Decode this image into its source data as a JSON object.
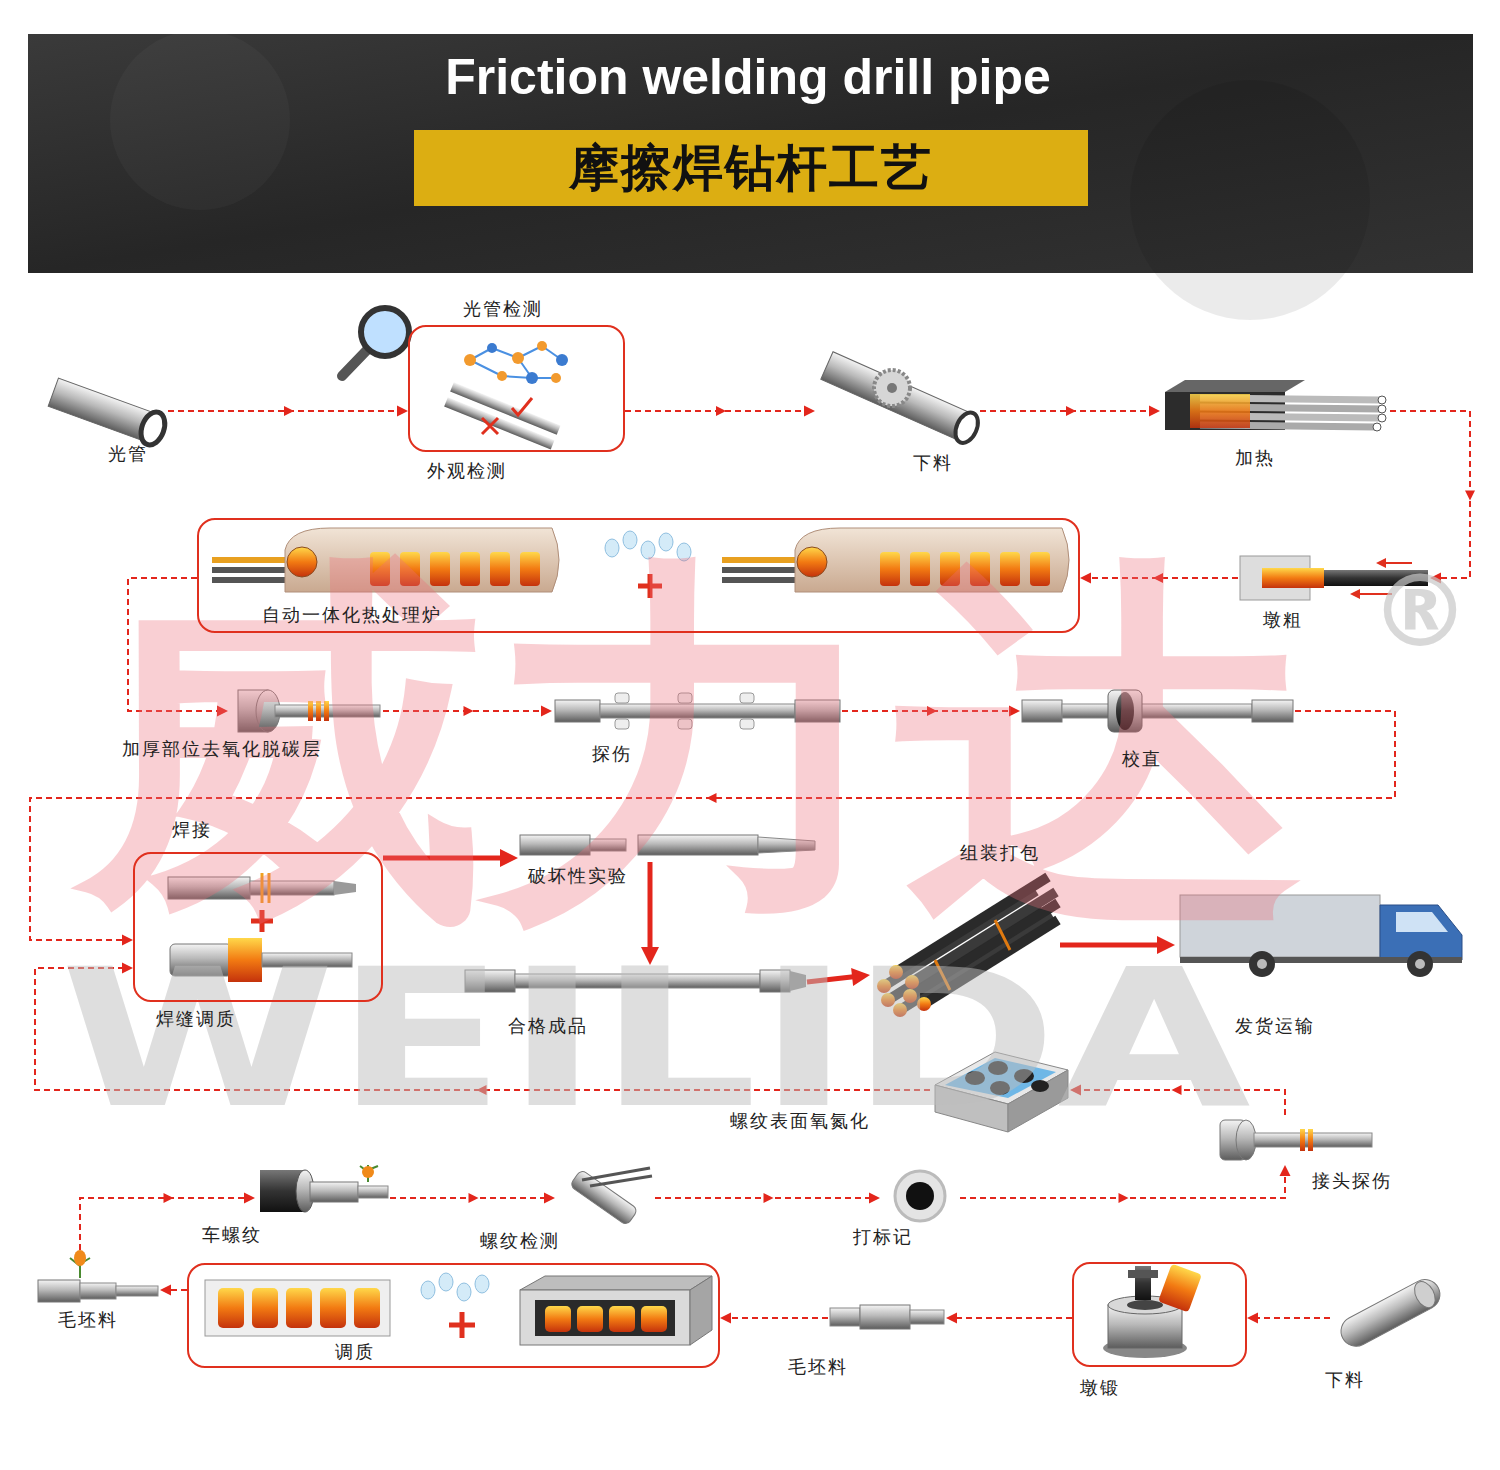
{
  "diagram": {
    "title": "Friction welding drill pipe",
    "nodes": [
      {
        "text": [
          "摩擦焊钻杆工艺"
        ]
      },
      {
        "text": [
          "光管"
        ]
      },
      {
        "text": [
          "光管检测",
          "外观检测"
        ]
      },
      {
        "text": [
          "下料"
        ]
      },
      {
        "text": [
          "加热"
        ]
      },
      {
        "text": [
          "自动一体化热处理炉"
        ]
      },
      {
        "text": [
          "墩粗"
        ]
      },
      {
        "text": [
          "加厚部位去氧化脱碳层"
        ]
      },
      {
        "text": [
          "探伤"
        ]
      },
      {
        "text": [
          "校直"
        ]
      },
      {
        "text": [
          "焊接",
          "焊缝调质"
        ]
      },
      {
        "text": [
          "破坏性实验"
        ]
      },
      {
        "text": [
          "组装打包"
        ]
      },
      {
        "text": [
          "发货运输"
        ]
      },
      {
        "text": [
          "合格成品"
        ]
      },
      {
        "text": [
          "螺纹表面氧氮化"
        ]
      },
      {
        "text": [
          "接头探伤"
        ]
      },
      {
        "text": [
          "车螺纹"
        ]
      },
      {
        "text": [
          "螺纹检测"
        ]
      },
      {
        "text": [
          "打标记"
        ]
      },
      {
        "text": [
          "毛坯料"
        ]
      },
      {
        "text": [
          "调质"
        ]
      },
      {
        "text": [
          "毛坯料"
        ]
      },
      {
        "text": [
          "墩锻"
        ]
      },
      {
        "text": [
          "下料"
        ]
      }
    ],
    "edges": [
      {
        "from": 1,
        "to": 2,
        "arrow": "to"
      },
      {
        "from": 2,
        "to": 3,
        "arrow": "to"
      },
      {
        "from": 3,
        "to": 4,
        "arrow": "to"
      },
      {
        "from": 4,
        "to": 6,
        "arrow": "to"
      },
      {
        "from": 6,
        "to": 5,
        "arrow": "to"
      },
      {
        "from": 5,
        "to": 7,
        "arrow": "to"
      },
      {
        "from": 7,
        "to": 8,
        "arrow": "to"
      },
      {
        "from": 8,
        "to": 9,
        "arrow": "to"
      },
      {
        "from": 9,
        "to": 10,
        "arrow": "to"
      },
      {
        "from": 10,
        "to": 11,
        "arrow": "to"
      },
      {
        "from": 11,
        "to": 14,
        "arrow": "to"
      },
      {
        "from": 14,
        "to": 12,
        "arrow": "to"
      },
      {
        "from": 12,
        "to": 13,
        "arrow": "to"
      },
      {
        "from": 24,
        "to": 23,
        "arrow": "to"
      },
      {
        "from": 23,
        "to": 22,
        "arrow": "to"
      },
      {
        "from": 22,
        "to": 21,
        "arrow": "to"
      },
      {
        "from": 21,
        "to": 20,
        "arrow": "to"
      },
      {
        "from": 20,
        "to": 17,
        "arrow": "to"
      },
      {
        "from": 17,
        "to": 18,
        "arrow": "to"
      },
      {
        "from": 18,
        "to": 19,
        "arrow": "to"
      },
      {
        "from": 19,
        "to": 16,
        "arrow": "to"
      },
      {
        "from": 16,
        "to": 15,
        "arrow": "to"
      },
      {
        "from": 15,
        "to": 10,
        "arrow": "to"
      }
    ],
    "labels": [
      "威力达",
      "WEILIDA",
      "®"
    ]
  }
}
